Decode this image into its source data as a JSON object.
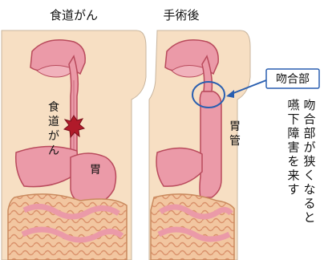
{
  "left_panel": {
    "title": "食道がん",
    "cancer_label": [
      "食",
      "道",
      "が",
      "ん"
    ],
    "stomach_label": "胃"
  },
  "right_panel": {
    "title": "手術後",
    "tube_label": [
      "胃",
      "管"
    ],
    "callout_label": "吻合部"
  },
  "side_note": {
    "column1": [
      "吻",
      "合",
      "部",
      "が",
      "狭",
      "く",
      "な",
      "る",
      "と"
    ],
    "column2": [
      "嚥",
      "下",
      "障",
      "害",
      "を",
      "来",
      "す"
    ]
  },
  "colors": {
    "body_fill": "#f7dfc3",
    "organ_pink": "#eb9aa8",
    "organ_stroke": "#b94a5c",
    "tumor": "#b01a2a",
    "callout_line": "#2a5fb0"
  }
}
